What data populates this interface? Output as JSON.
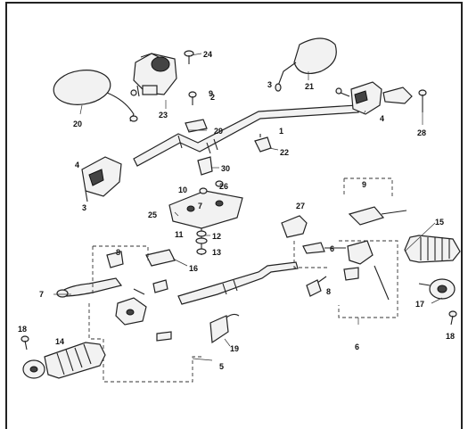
{
  "diagram": {
    "callouts": [
      {
        "id": "c1",
        "text": "1"
      },
      {
        "id": "c2",
        "text": "2"
      },
      {
        "id": "c3",
        "text": "3"
      },
      {
        "id": "c3b",
        "text": "3"
      },
      {
        "id": "c4",
        "text": "4"
      },
      {
        "id": "c4b",
        "text": "4"
      },
      {
        "id": "c5",
        "text": "5"
      },
      {
        "id": "c6",
        "text": "6"
      },
      {
        "id": "c6b",
        "text": "6"
      },
      {
        "id": "c7",
        "text": "7"
      },
      {
        "id": "c7b",
        "text": "7"
      },
      {
        "id": "c8",
        "text": "8"
      },
      {
        "id": "c8b",
        "text": "8"
      },
      {
        "id": "c9",
        "text": "9"
      },
      {
        "id": "c9b",
        "text": "9"
      },
      {
        "id": "c10",
        "text": "10"
      },
      {
        "id": "c11",
        "text": "11"
      },
      {
        "id": "c12",
        "text": "12"
      },
      {
        "id": "c13",
        "text": "13"
      },
      {
        "id": "c14",
        "text": "14"
      },
      {
        "id": "c15",
        "text": "15"
      },
      {
        "id": "c16",
        "text": "16"
      },
      {
        "id": "c17",
        "text": "17"
      },
      {
        "id": "c18",
        "text": "18"
      },
      {
        "id": "c18b",
        "text": "18"
      },
      {
        "id": "c19",
        "text": "19"
      },
      {
        "id": "c20",
        "text": "20"
      },
      {
        "id": "c21",
        "text": "21"
      },
      {
        "id": "c22",
        "text": "22"
      },
      {
        "id": "c23",
        "text": "23"
      },
      {
        "id": "c24",
        "text": "24"
      },
      {
        "id": "c25",
        "text": "25"
      },
      {
        "id": "c26",
        "text": "26"
      },
      {
        "id": "c27",
        "text": "27"
      },
      {
        "id": "c28",
        "text": "28"
      },
      {
        "id": "c29",
        "text": "29"
      },
      {
        "id": "c30",
        "text": "30"
      }
    ]
  }
}
